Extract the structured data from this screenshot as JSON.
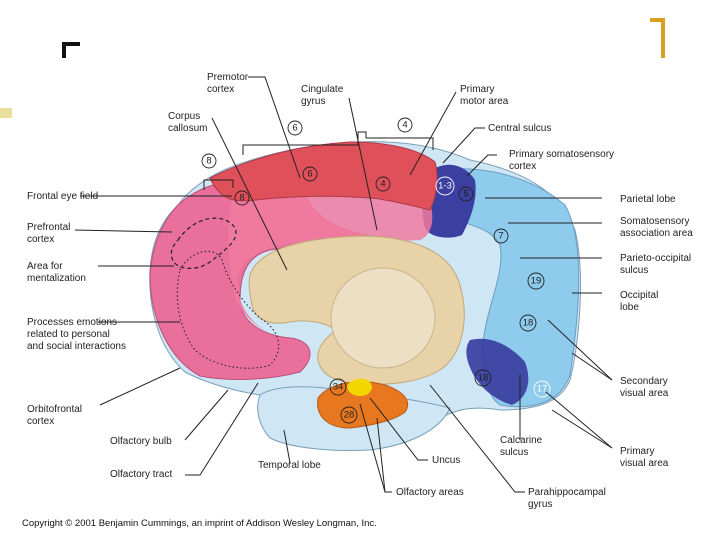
{
  "labels": {
    "premotor": [
      "Premotor",
      "cortex"
    ],
    "cingulate": [
      "Cingulate",
      "gyrus"
    ],
    "primary_motor": [
      "Primary",
      "motor area"
    ],
    "corpus": [
      "Corpus",
      "callosum"
    ],
    "central_sulcus": [
      "Central sulcus"
    ],
    "primary_somato": [
      "Primary somatosensory",
      "cortex"
    ],
    "frontal_eye": [
      "Frontal eye field"
    ],
    "prefrontal": [
      "Prefrontal",
      "cortex"
    ],
    "mentalization": [
      "Area for",
      "mentalization"
    ],
    "emotions": [
      "Processes emotions",
      "related to personal",
      "and social interactions"
    ],
    "orbitofrontal": [
      "Orbitofrontal",
      "cortex"
    ],
    "olfactory_bulb": [
      "Olfactory bulb"
    ],
    "olfactory_tract": [
      "Olfactory tract"
    ],
    "temporal": [
      "Temporal lobe"
    ],
    "uncus": [
      "Uncus"
    ],
    "olfactory_areas": [
      "Olfactory areas"
    ],
    "parahippo": [
      "Parahippocampal",
      "gyrus"
    ],
    "calcarine": [
      "Calcarine",
      "sulcus"
    ],
    "parietal": [
      "Parietal lobe"
    ],
    "somato_assoc": [
      "Somatosensory",
      "association area"
    ],
    "parieto_occ": [
      "Parieto-occipital",
      "sulcus"
    ],
    "occipital": [
      "Occipital",
      "lobe"
    ],
    "secondary_visual": [
      "Secondary",
      "visual area"
    ],
    "primary_visual": [
      "Primary",
      "visual area"
    ]
  },
  "areas": {
    "a6_top": "6",
    "a4_top": "4",
    "a8_top": "8",
    "a6": "6",
    "a4": "4",
    "a8": "8",
    "a123": "1-3",
    "a5": "5",
    "a7": "7",
    "a19": "19",
    "a18a": "18",
    "a18b": "18",
    "a17": "17",
    "a34": "34",
    "a28": "28"
  },
  "copyright": "Copyright © 2001 Benjamin Cummings, an imprint of Addison Wesley Longman, Inc.",
  "colors": {
    "frontal_pink": "#e8709a",
    "motor_red": "#e0505a",
    "cingulate_pink": "#f07aa0",
    "parietal_blue": "#a8d8f0",
    "light_blue": "#cfe6f4",
    "dark_blue": "#3a3fa0",
    "olfactory_orange": "#e87820",
    "uncus_yellow": "#f2d600",
    "corpus_tan": "#e8d2a8",
    "accent_gold": "#d8a020"
  }
}
